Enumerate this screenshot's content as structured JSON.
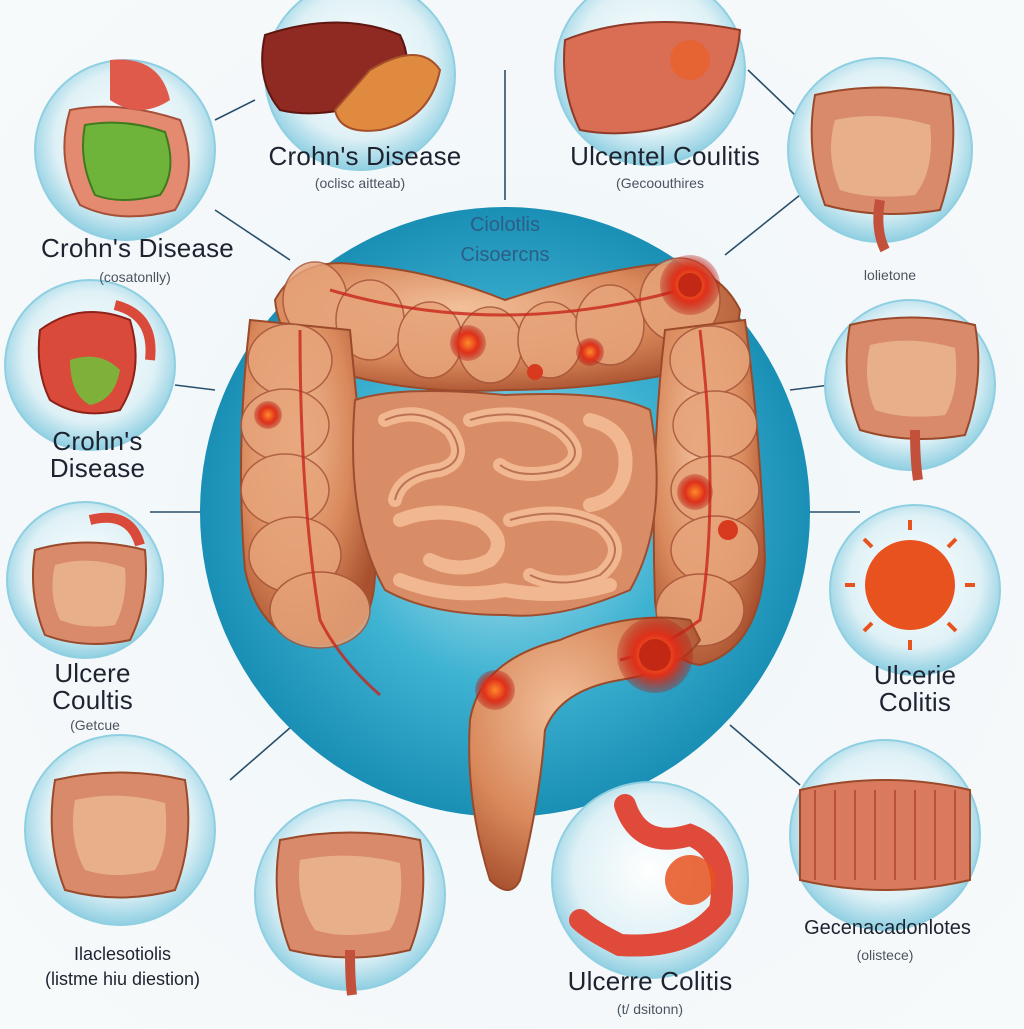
{
  "center": {
    "line1": "Ciolotlis",
    "line2": "Cisoercns"
  },
  "labels": {
    "top_left": {
      "title": "Crohn's Disease",
      "sub": "(oclisc aitteab)"
    },
    "top_right": {
      "title": "Ulcentel Coulitis",
      "sub": "(Gecoouthires"
    },
    "left_1": {
      "title": "Crohn's Disease",
      "sub": "(cosatonlly)"
    },
    "left_2": {
      "title": "Crohn's Disease",
      "sub": ""
    },
    "left_3": {
      "title": "Ulcere Coultis",
      "sub": "(Getcue"
    },
    "bottom_left": {
      "title": "Ilaclesotiolis",
      "sub": "(listme hiu diestion)"
    },
    "bottom_mid": {
      "title": "Ulcerre Colitis",
      "sub": "(t/ dsitonn)"
    },
    "right_1": {
      "title": "",
      "sub": "lolietone"
    },
    "right_2": {
      "title": "Ulcerie Colitis",
      "sub": ""
    },
    "bottom_right": {
      "title": "Gecenacadonlotes",
      "sub": "(olistece)"
    }
  },
  "colors": {
    "ring": "#1aa3c9",
    "tissue": "#d98a5e",
    "ulcer": "#d62b1b",
    "bg": "#f3f8fa"
  }
}
